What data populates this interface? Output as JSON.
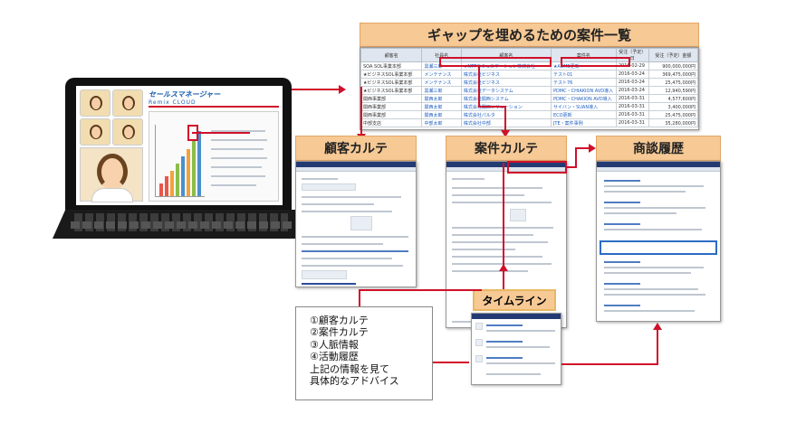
{
  "titles": {
    "gap_list": "ギャップを埋めるための案件一覧",
    "customer_card": "顧客カルテ",
    "project_card": "案件カルテ",
    "negotiation_history": "商談履歴",
    "timeline": "タイムライン"
  },
  "laptop": {
    "logo_text": "セールスマネージャー",
    "logo_sub": "Remix CLOUD"
  },
  "table": {
    "headers": [
      "顧客名",
      "社員名",
      "顧客名",
      "案件名",
      "受注（予定）日",
      "受注（予定）金額"
    ],
    "rows": [
      [
        "SOA SOL事業本部",
        "黒瀬三郎",
        "★NTTコミュニケーション株式会社",
        "★ACMS更新",
        "2016-02-29",
        "900,000,000円"
      ],
      [
        "★ビジネスSOL事業本部",
        "メンテナンス",
        "株式会社ビジネス",
        "テスト01",
        "2016-03-24",
        "369,475,000円"
      ],
      [
        "★ビジネスSOL事業本部",
        "メンテナンス",
        "株式会社ビジネス",
        "テスト76",
        "2016-03-24",
        "25,475,000円"
      ],
      [
        "★ビジネスSOL事業本部",
        "黒瀬三郎",
        "株式会社データシステム",
        "PDMC・CHIAKION AVD導入",
        "2016-03-24",
        "12,940,590円"
      ],
      [
        "関西事業部",
        "関西太郎",
        "株式会社関西システム",
        "PDMC・CHAKION AVD導入",
        "2016-03-31",
        "4,577,600円"
      ],
      [
        "関西事業部",
        "関西太郎",
        "株式会社関西ソリューション",
        "サイバン・SUAN導入",
        "2016-03-31",
        "3,400,000円"
      ],
      [
        "関西事業部",
        "関西太郎",
        "株式会社パルタ",
        "ECO更新",
        "2016-03-31",
        "25,475,000円"
      ],
      [
        "中部支店",
        "中部太郎",
        "株式会社中部",
        "JTE・案件事例",
        "2016-03-31",
        "35,280,000円"
      ]
    ]
  },
  "note": {
    "lines": [
      "①顧客カルテ",
      "②案件カルテ",
      "③人脈情報",
      "④活動履歴",
      "上記の情報を見て",
      "具体的なアドバイス"
    ]
  },
  "colors": {
    "title_fill": "#f6c995",
    "connector": "#d0102a",
    "highlight": "#2b6cc4"
  }
}
